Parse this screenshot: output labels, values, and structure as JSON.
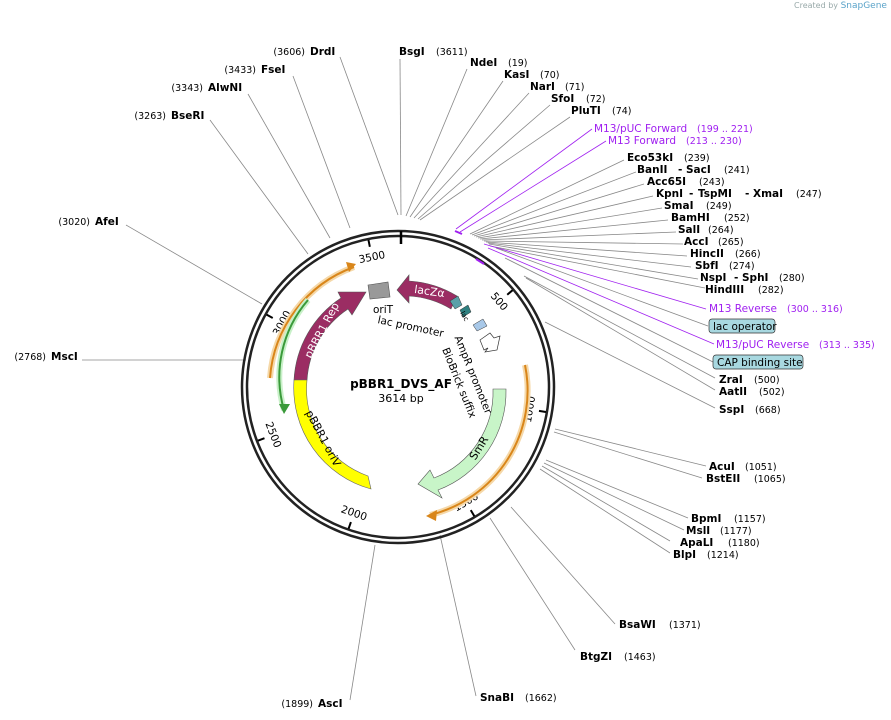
{
  "watermark": {
    "prefix": "Created by",
    "brand": "SnapGene"
  },
  "plasmid": {
    "name": "pBBR1_DVS_AF",
    "size_label": "3614 bp"
  },
  "ticks": [
    "500",
    "1000",
    "1500",
    "2000",
    "2500",
    "3000",
    "3500"
  ],
  "enzymes": [
    {
      "name": "DrdI",
      "pos": "(3606)"
    },
    {
      "name": "BsgI",
      "pos": "(3611)"
    },
    {
      "name": "NdeI",
      "pos": "(19)"
    },
    {
      "name": "KasI",
      "pos": "(70)"
    },
    {
      "name": "NarI",
      "pos": "(71)"
    },
    {
      "name": "SfoI",
      "pos": "(72)"
    },
    {
      "name": "PluTI",
      "pos": "(74)"
    },
    {
      "name": "FseI",
      "pos": "(3433)"
    },
    {
      "name": "AlwNI",
      "pos": "(3343)"
    },
    {
      "name": "BseRI",
      "pos": "(3263)"
    },
    {
      "name": "AfeI",
      "pos": "(3020)"
    },
    {
      "name": "MscI",
      "pos": "(2768)"
    },
    {
      "name": "AscI",
      "pos": "(1899)"
    },
    {
      "name": "SnaBI",
      "pos": "(1662)"
    },
    {
      "name": "BtgZI",
      "pos": "(1463)"
    },
    {
      "name": "BsaWI",
      "pos": "(1371)"
    },
    {
      "name": "BlpI",
      "pos": "(1214)"
    },
    {
      "name": "ApaLI",
      "pos": "(1180)"
    },
    {
      "name": "MslI",
      "pos": "(1177)"
    },
    {
      "name": "BpmI",
      "pos": "(1157)"
    },
    {
      "name": "BstEII",
      "pos": "(1065)"
    },
    {
      "name": "AcuI",
      "pos": "(1051)"
    },
    {
      "name": "SspI",
      "pos": "(668)"
    },
    {
      "name": "AatII",
      "pos": "(502)"
    },
    {
      "name": "ZraI",
      "pos": "(500)"
    },
    {
      "name": "HindIII",
      "pos": "(282)"
    },
    {
      "name": "Eco53kI",
      "pos": "(239)"
    },
    {
      "name": "Acc65I",
      "pos": "(243)"
    },
    {
      "name": "SmaI",
      "pos": "(249)"
    },
    {
      "name": "BamHI",
      "pos": "(252)"
    },
    {
      "name": "SalI",
      "pos": "(264)"
    },
    {
      "name": "AccI",
      "pos": "(265)"
    },
    {
      "name": "HincII",
      "pos": "(266)"
    },
    {
      "name": "SbfI",
      "pos": "(274)"
    }
  ],
  "enzyme_groups": [
    {
      "names": [
        "BanII",
        "SacI"
      ],
      "pos": "(241)"
    },
    {
      "names": [
        "KpnI",
        "TspMI",
        "XmaI"
      ],
      "pos": "(247)"
    },
    {
      "names": [
        "NspI",
        "SphI"
      ],
      "pos": "(280)"
    }
  ],
  "primers": [
    {
      "name": "M13/pUC Forward",
      "range": "(199 .. 221)"
    },
    {
      "name": "M13 Forward",
      "range": "(213 .. 230)"
    },
    {
      "name": "M13 Reverse",
      "range": "(300 .. 316)"
    },
    {
      "name": "M13/pUC Reverse",
      "range": "(313 .. 335)"
    }
  ],
  "feature_boxes": [
    "lac operator",
    "CAP binding site"
  ],
  "features": {
    "lacZa": "lacZα",
    "pBBR1_Rep": "pBBR1 Rep",
    "pBBR1_oriV": "pBBR1 oriV",
    "SmR": "SmR",
    "oriT": "oriT",
    "lac_promoter": "lac promoter",
    "AmpR_promoter": "AmpR promoter",
    "BioBrick_suffix": "BioBrick suffix"
  },
  "colors": {
    "lacZa": "#9b2d63",
    "pBBR1_Rep": "#9b2d63",
    "pBBR1_oriV": "#ffff00",
    "SmR": "#c8f5c8",
    "oriT": "#999999",
    "primer": "#a020f0",
    "feature_box": "#a8d8e0",
    "orf_orange": "#e89a2a",
    "orf_green": "#5cc45c"
  }
}
